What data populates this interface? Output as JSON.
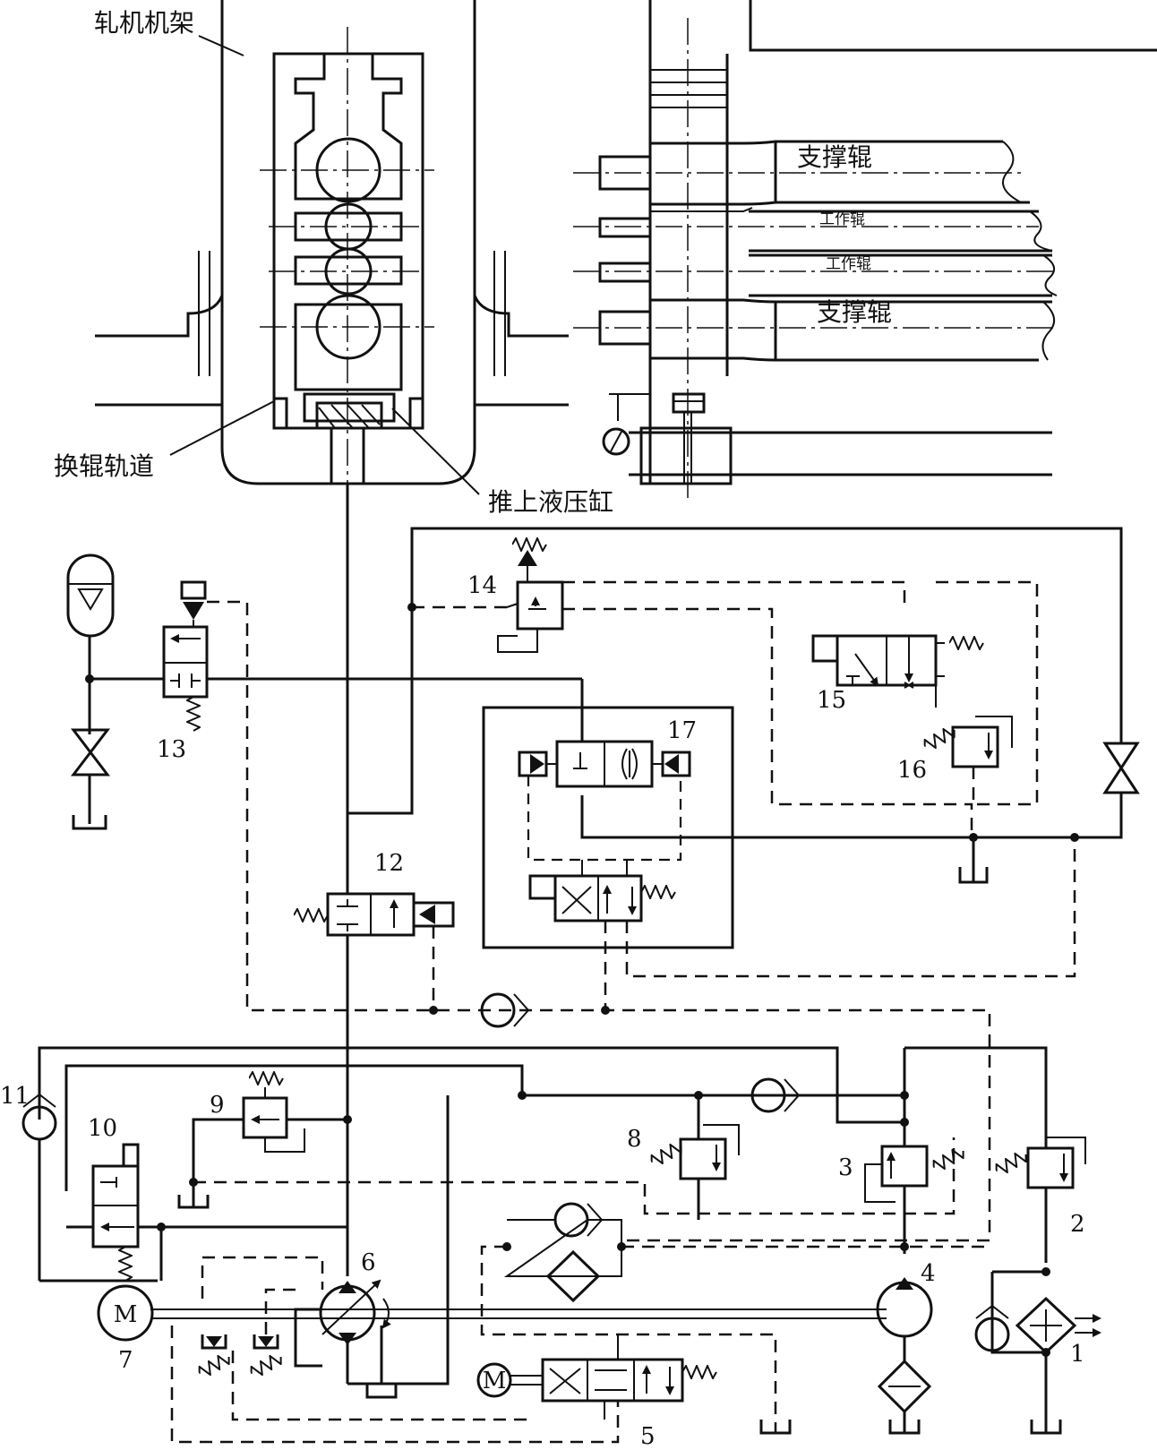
{
  "labels": {
    "frame": "轧机机架",
    "rail": "换辊轨道",
    "cylinder": "推上液压缸",
    "backup_top": "支撑辊",
    "work_top": "工作辊",
    "work_bottom": "工作辊",
    "backup_bottom": "支撑辊",
    "motor": "M"
  },
  "components": [
    {
      "id": "1"
    },
    {
      "id": "2"
    },
    {
      "id": "3"
    },
    {
      "id": "4"
    },
    {
      "id": "5"
    },
    {
      "id": "6"
    },
    {
      "id": "7"
    },
    {
      "id": "8"
    },
    {
      "id": "9"
    },
    {
      "id": "10"
    },
    {
      "id": "11"
    },
    {
      "id": "12"
    },
    {
      "id": "13"
    },
    {
      "id": "14"
    },
    {
      "id": "15"
    },
    {
      "id": "16"
    },
    {
      "id": "17"
    }
  ],
  "colors": {
    "line": "#111111",
    "background": "#ffffff"
  }
}
